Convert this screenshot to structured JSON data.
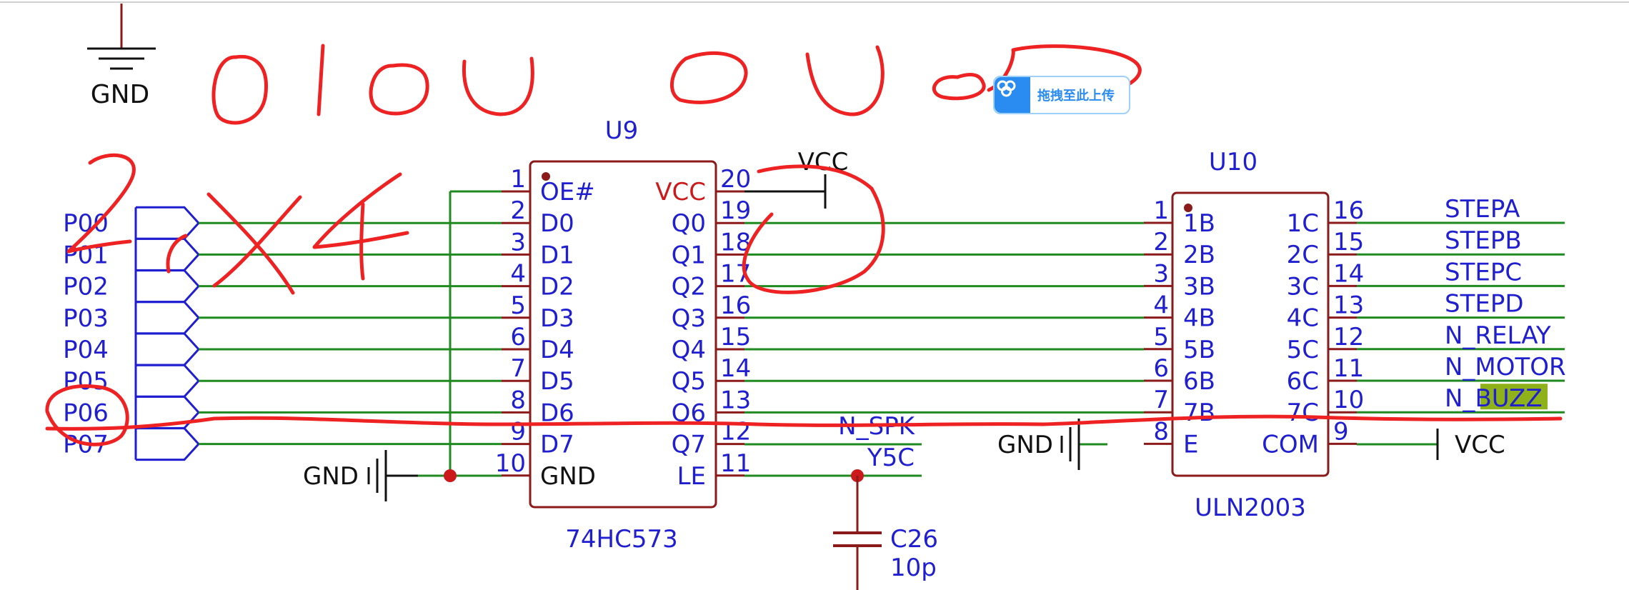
{
  "colors": {
    "wire": "#1f8a1f",
    "body": "#8b1a1a",
    "pin_text": "#1f1fd0",
    "label_text": "#1f1fd0",
    "annotation": "#ee2222",
    "highlight": "#8fb21a"
  },
  "gnd_top": {
    "label": "GND"
  },
  "u9": {
    "ref": "U9",
    "part": "74HC573",
    "pins_left": [
      {
        "num": "1",
        "name": "OE#"
      },
      {
        "num": "2",
        "name": "D0"
      },
      {
        "num": "3",
        "name": "D1"
      },
      {
        "num": "4",
        "name": "D2"
      },
      {
        "num": "5",
        "name": "D3"
      },
      {
        "num": "6",
        "name": "D4"
      },
      {
        "num": "7",
        "name": "D5"
      },
      {
        "num": "8",
        "name": "D6"
      },
      {
        "num": "9",
        "name": "D7"
      },
      {
        "num": "10",
        "name": "GND"
      }
    ],
    "pins_right": [
      {
        "num": "20",
        "name": "VCC"
      },
      {
        "num": "19",
        "name": "Q0"
      },
      {
        "num": "18",
        "name": "Q1"
      },
      {
        "num": "17",
        "name": "Q2"
      },
      {
        "num": "16",
        "name": "Q3"
      },
      {
        "num": "15",
        "name": "Q4"
      },
      {
        "num": "14",
        "name": "Q5"
      },
      {
        "num": "13",
        "name": "Q6"
      },
      {
        "num": "12",
        "name": "Q7"
      },
      {
        "num": "11",
        "name": "LE"
      }
    ]
  },
  "u10": {
    "ref": "U10",
    "part": "ULN2003",
    "pins_left": [
      {
        "num": "1",
        "name": "1B"
      },
      {
        "num": "2",
        "name": "2B"
      },
      {
        "num": "3",
        "name": "3B"
      },
      {
        "num": "4",
        "name": "4B"
      },
      {
        "num": "5",
        "name": "5B"
      },
      {
        "num": "6",
        "name": "6B"
      },
      {
        "num": "7",
        "name": "7B"
      },
      {
        "num": "8",
        "name": "E"
      }
    ],
    "pins_right": [
      {
        "num": "16",
        "name": "1C"
      },
      {
        "num": "15",
        "name": "2C"
      },
      {
        "num": "14",
        "name": "3C"
      },
      {
        "num": "13",
        "name": "4C"
      },
      {
        "num": "12",
        "name": "5C"
      },
      {
        "num": "11",
        "name": "6C"
      },
      {
        "num": "10",
        "name": "7C"
      },
      {
        "num": "9",
        "name": "COM"
      }
    ]
  },
  "ports": [
    "P00",
    "P01",
    "P02",
    "P03",
    "P04",
    "P05",
    "P06",
    "P07"
  ],
  "outputs": [
    "STEPA",
    "STEPB",
    "STEPC",
    "STEPD",
    "N_RELAY",
    "N_MOTOR"
  ],
  "buzz_output": {
    "prefix": "N_",
    "highlighted": "BUZZ"
  },
  "nets": {
    "vcc_u9": "VCC",
    "vcc_com": "VCC",
    "gnd_u9": "GND",
    "gnd_u10": "GND",
    "n_spk": "N_SPK",
    "y5c": "Y5C"
  },
  "capacitor": {
    "ref": "C26",
    "value": "10p"
  },
  "upload_badge": {
    "label": "拖拽至此上传",
    "icon": "cloud-upload-icon"
  },
  "handwriting": [
    "0100 0000",
    "2X4"
  ]
}
